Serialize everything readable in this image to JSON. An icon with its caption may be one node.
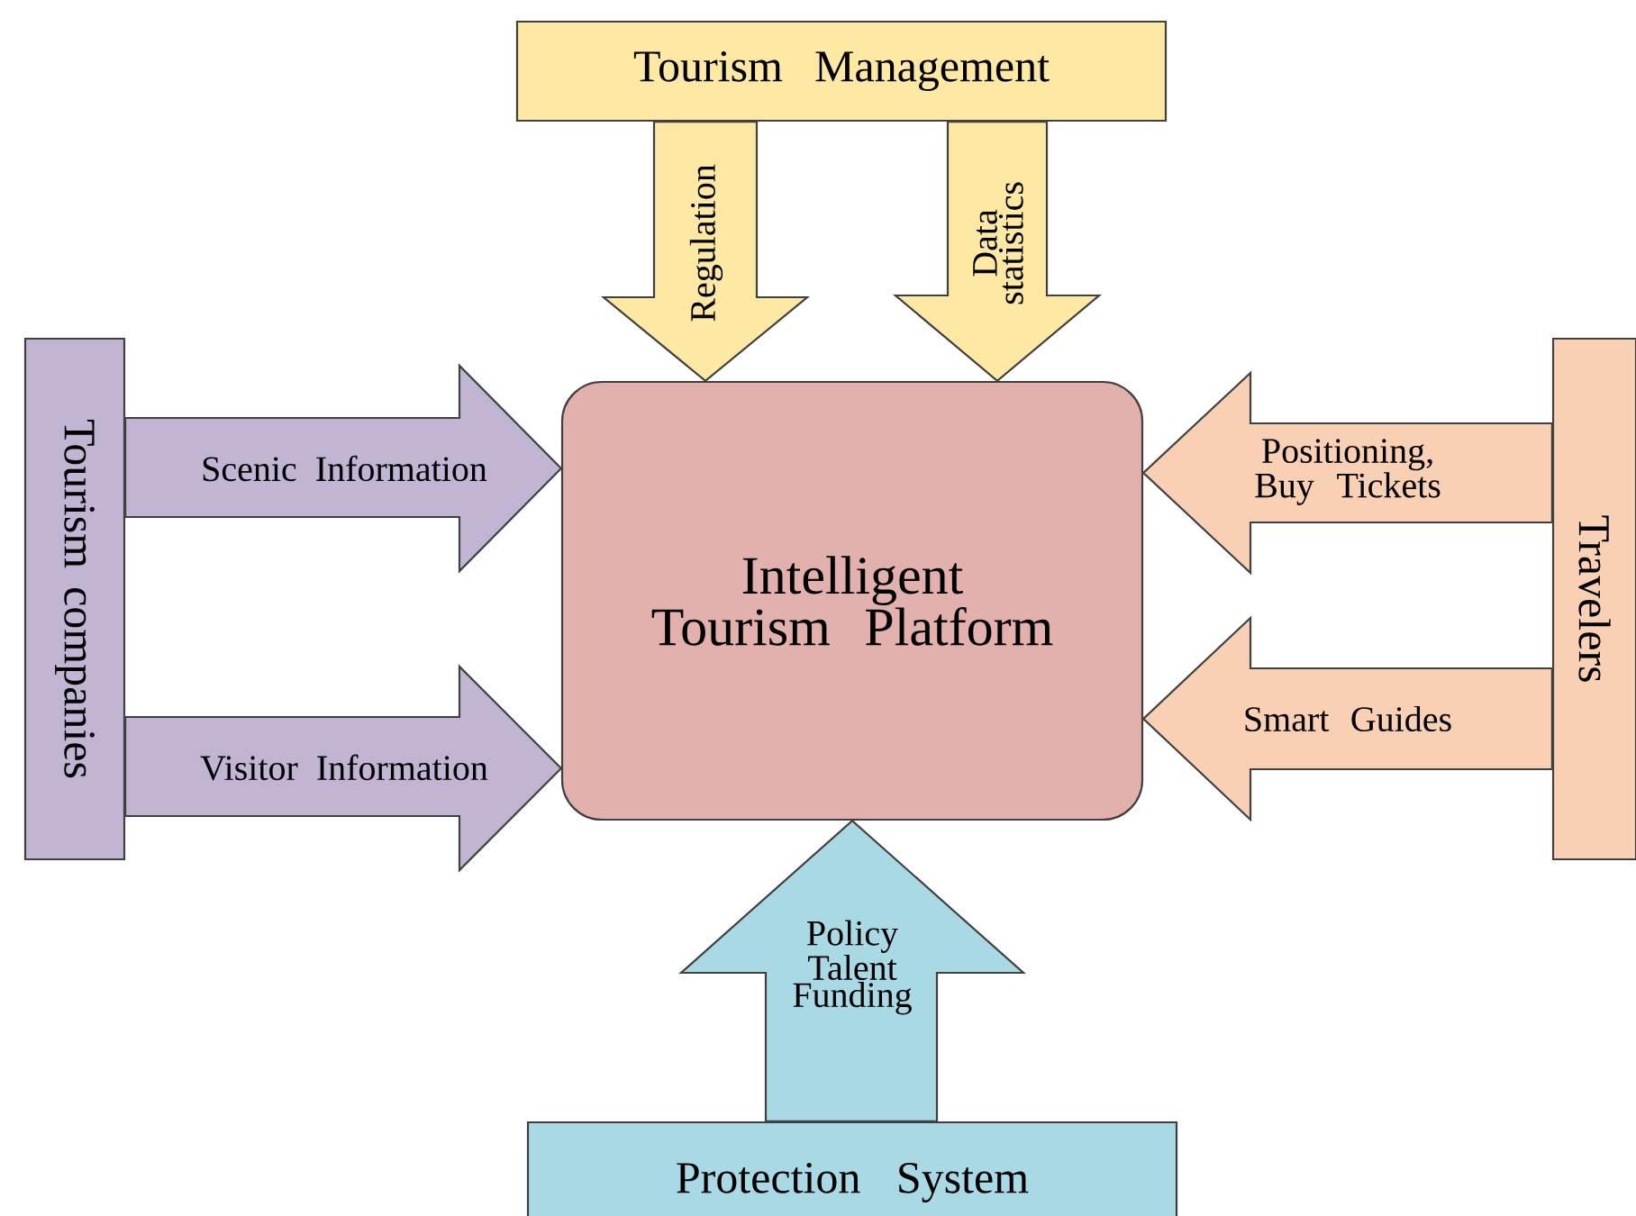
{
  "diagram": {
    "nodes": [
      {
        "text": [
          "Tourism Management"
        ]
      },
      {
        "text": [
          "Tourism companies"
        ]
      },
      {
        "text": [
          "Intelligent Tourism Platform"
        ]
      },
      {
        "text": [
          "Travelers"
        ]
      },
      {
        "text": [
          "Protection System"
        ]
      }
    ],
    "edges": [
      {
        "from": 0,
        "to": 2,
        "arrow": "to",
        "label": "Regulation"
      },
      {
        "from": 0,
        "to": 2,
        "arrow": "to",
        "label": "Data statistics"
      },
      {
        "from": 1,
        "to": 2,
        "arrow": "to",
        "label": "Scenic Information"
      },
      {
        "from": 1,
        "to": 2,
        "arrow": "to",
        "label": "Visitor Information"
      },
      {
        "from": 3,
        "to": 2,
        "arrow": "to",
        "label": "Positioning, Buy Tickets"
      },
      {
        "from": 3,
        "to": 2,
        "arrow": "to",
        "label": "Smart Guides"
      },
      {
        "from": 4,
        "to": 2,
        "arrow": "to",
        "label": "Policy Talent Funding"
      }
    ]
  }
}
